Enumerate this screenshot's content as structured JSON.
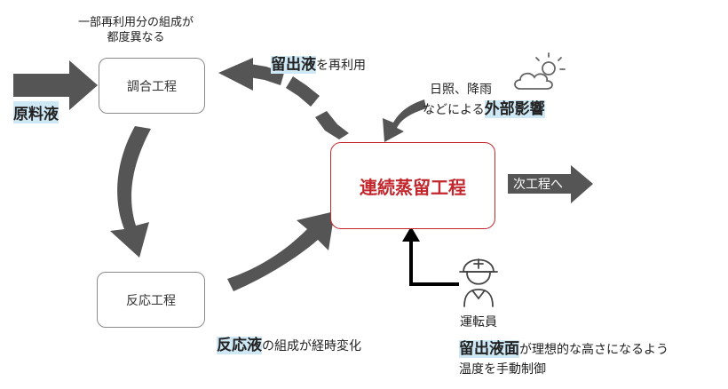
{
  "nodes": {
    "mixing": "調合工程",
    "reaction": "反応工程",
    "distillation": "連続蒸留工程",
    "next": "次工程へ"
  },
  "labels": {
    "raw_material": "原料液",
    "mixing_note": [
      "一部再利用分の組成が",
      "都度異なる"
    ],
    "distillate_bold": "留出液",
    "distillate_rest": "を再利用",
    "weather_line1": "日照、降雨",
    "weather_line2_prefix": "などによる",
    "weather_line2_bold": "外部影響",
    "reaction_bold": "反応液",
    "reaction_rest": "の組成が経時変化",
    "operator": "運転員",
    "control_bold": "留出液面",
    "control_rest": "が理想的な高さになるよう",
    "control_line2": "温度を手動制御"
  },
  "icons": [
    "weather-sun-cloud-icon",
    "operator-helmet-icon"
  ],
  "colors": {
    "arrow_gray": "#555555",
    "accent_red": "#c1272d",
    "highlight_blue": "#cfe8f5"
  }
}
